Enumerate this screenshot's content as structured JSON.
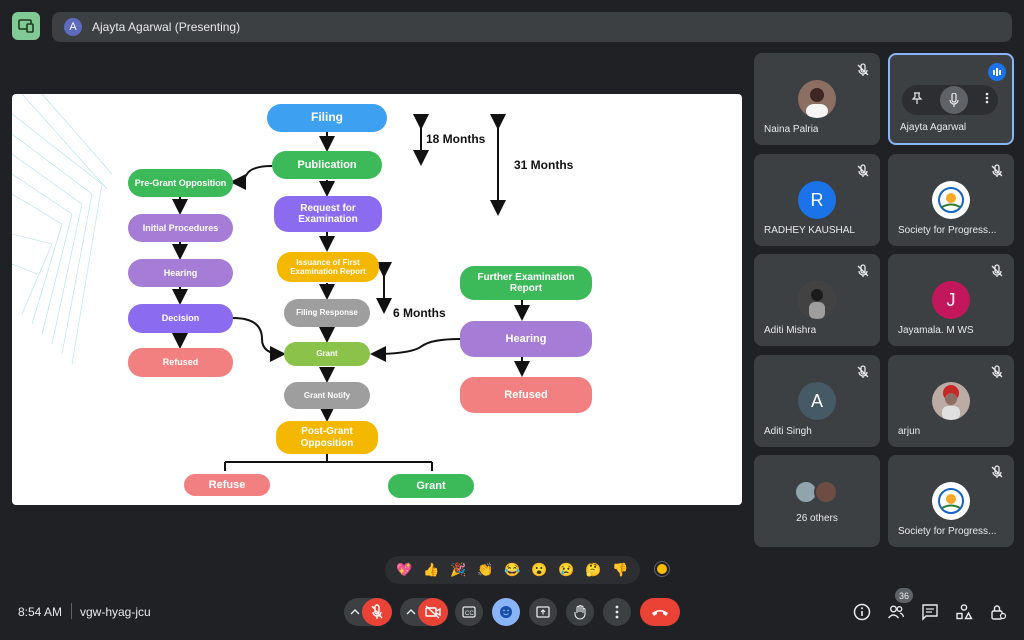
{
  "header": {
    "presenter_initial": "A",
    "presenter_text": "Ajayta Agarwal (Presenting)"
  },
  "slide": {
    "nodes": {
      "filing": "Filing",
      "publication": "Publication",
      "request": "Request for Examination",
      "issuance": "Issuance of First Examination Report",
      "filing_response": "Filing Response",
      "grant_mid": "Grant",
      "grant_notify": "Grant Notify",
      "post_grant": "Post-Grant Opposition",
      "refuse": "Refuse",
      "grant_final": "Grant",
      "pre_grant": "Pre-Grant Opposition",
      "initial_procedures": "Initial Procedures",
      "hearing_left": "Hearing",
      "decision": "Decision",
      "refused_left": "Refused",
      "further_exam": "Further Examination Report",
      "hearing_right": "Hearing",
      "refused_right": "Refused"
    },
    "labels": {
      "m18": "18 Months",
      "m31": "31 Months",
      "m6": "6 Months"
    }
  },
  "participants": [
    {
      "name": "Naina Palria",
      "initial": "",
      "color": "#8d6e63"
    },
    {
      "name": "Ajayta Agarwal",
      "initial": "",
      "color": "#5f6368"
    },
    {
      "name": "RADHEY KAUSHAL",
      "initial": "R",
      "color": "#1a73e8"
    },
    {
      "name": "Society for Progress...",
      "initial": "",
      "color": "#ffffff"
    },
    {
      "name": "Aditi Mishra",
      "initial": "",
      "color": "#616161"
    },
    {
      "name": "Jayamala. M WS",
      "initial": "J",
      "color": "#c2185b"
    },
    {
      "name": "Aditi Singh",
      "initial": "A",
      "color": "#455a64"
    },
    {
      "name": "arjun",
      "initial": "",
      "color": "#bcaaa4"
    },
    {
      "name": "26 others",
      "initial": "",
      "color": "#3c4043"
    },
    {
      "name": "Society for Progress...",
      "initial": "",
      "color": "#ffffff"
    }
  ],
  "reactions": [
    "💖",
    "👍",
    "🎉",
    "👏",
    "😂",
    "😮",
    "😢",
    "🤔",
    "👎"
  ],
  "footer": {
    "time": "8:54 AM",
    "meeting_code": "vgw-hyag-jcu",
    "people_count": "36"
  },
  "colors": {
    "blue": "#3da0f0",
    "green": "#3cba5a",
    "purple": "#8b6cf0",
    "orange": "#f5b800",
    "gray": "#9e9e9e",
    "lime": "#8bc34a",
    "lavender": "#a67dd6",
    "salmon": "#f38080"
  }
}
